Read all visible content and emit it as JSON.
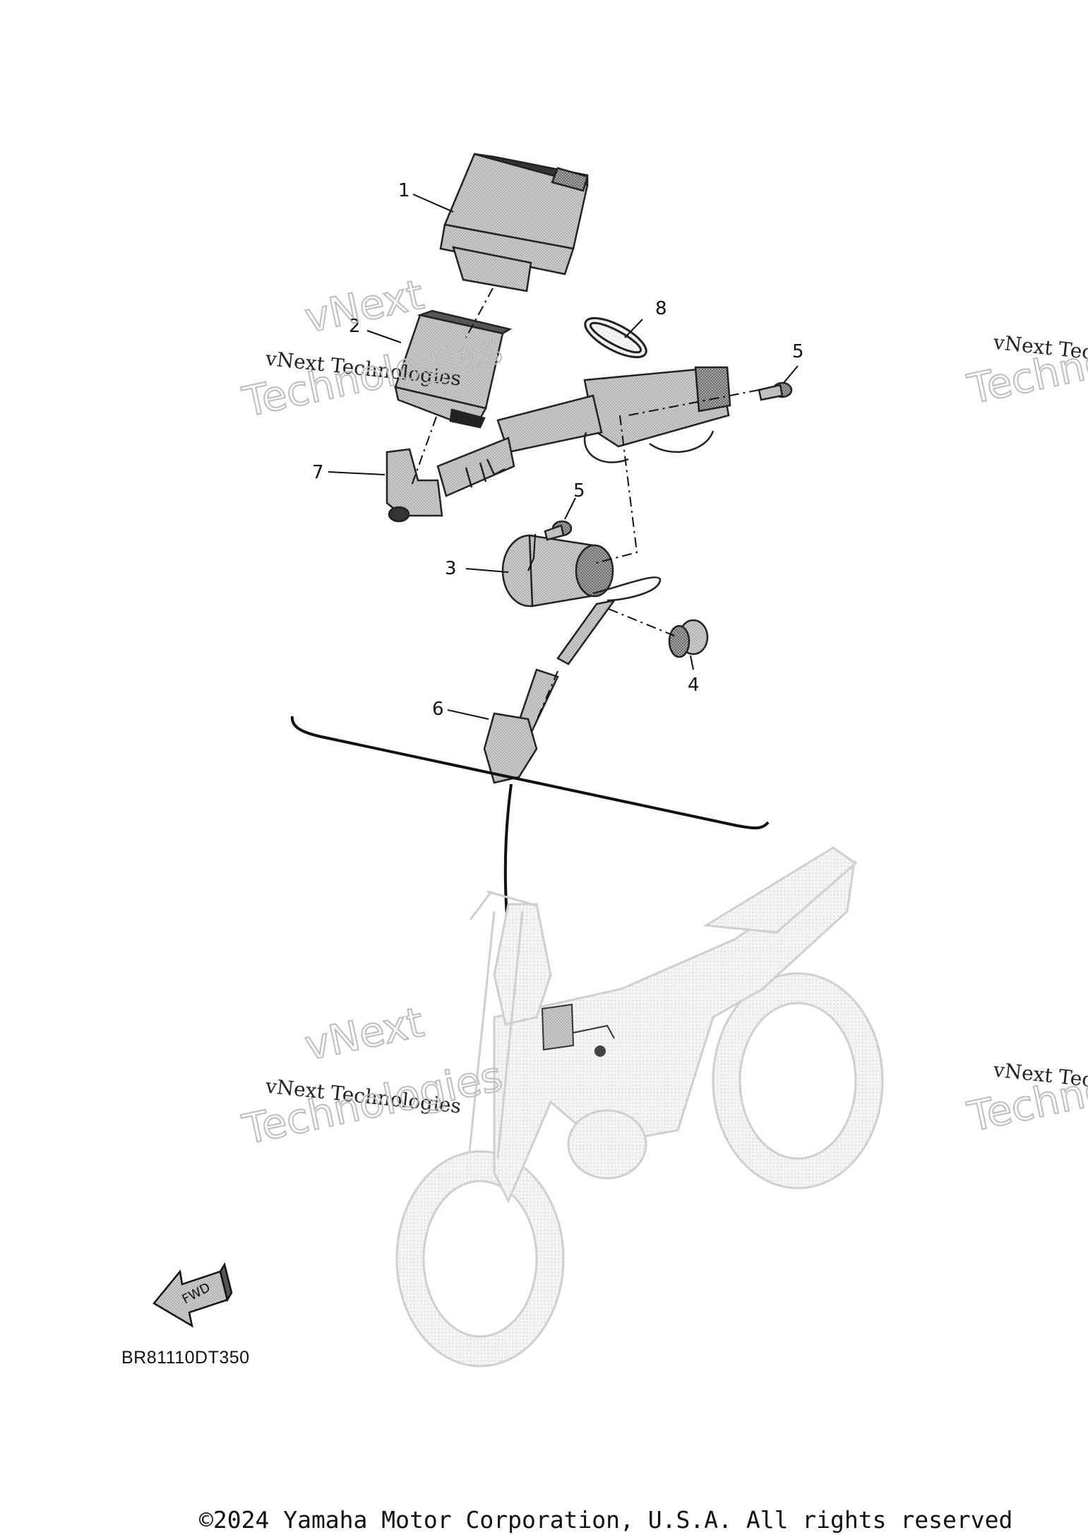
{
  "callouts": [
    {
      "id": "1",
      "label": "1"
    },
    {
      "id": "2",
      "label": "2"
    },
    {
      "id": "3",
      "label": "3"
    },
    {
      "id": "4",
      "label": "4"
    },
    {
      "id": "5a",
      "label": "5"
    },
    {
      "id": "5b",
      "label": "5"
    },
    {
      "id": "6",
      "label": "6"
    },
    {
      "id": "7",
      "label": "7"
    },
    {
      "id": "8",
      "label": "8"
    }
  ],
  "watermark": {
    "line1": "vNext Technologies",
    "line2": "vNext",
    "line3": "Technologies",
    "line1_partial": "vNext Tec",
    "line3_partial": "Techno"
  },
  "fwd_label": "FWD",
  "diagram_code": "BR81110DT350",
  "copyright": "©2024 Yamaha Motor Corporation, U.S.A. All rights reserved"
}
